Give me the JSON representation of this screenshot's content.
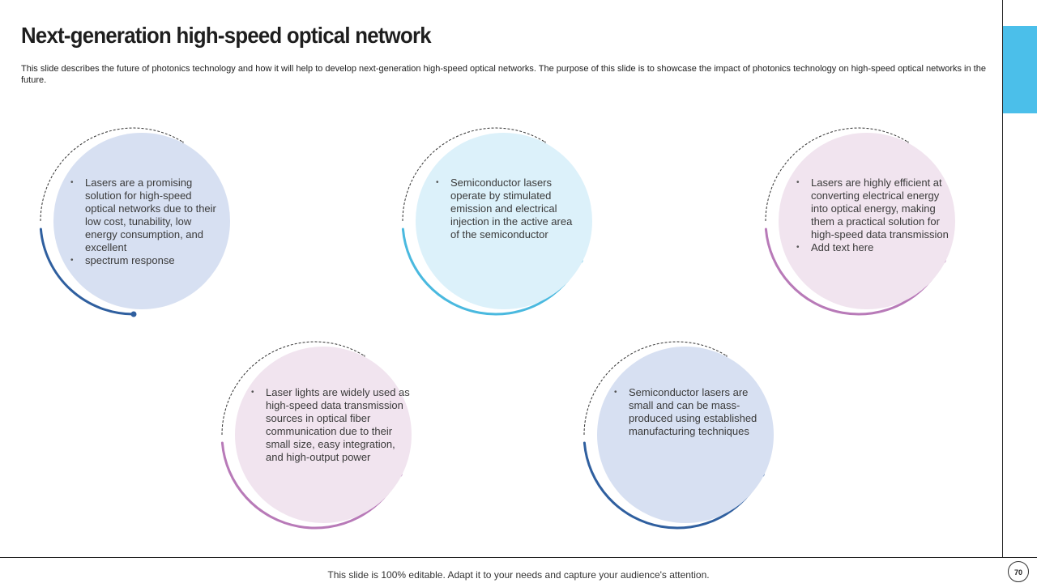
{
  "slide": {
    "title": "Next-generation high-speed optical network",
    "subtitle": "This slide describes the future of photonics technology and how it will help to develop next-generation high-speed optical networks. The purpose of this slide is to showcase the impact of photonics technology on high-speed optical networks in the future.",
    "footer": "This slide is 100% editable. Adapt it to your needs and capture your audience's attention.",
    "page_number": "70"
  },
  "colors": {
    "accent_tab": "#4bbfea",
    "dark_blue": "#2f5f9f",
    "light_blue": "#4ab9df",
    "pink": "#b87ab8",
    "fill_blue_grey": "#d7e0f2",
    "fill_light_blue": "#dcf1fa",
    "fill_pink": "#f1e4ef"
  },
  "cards": [
    {
      "bullets": [
        "Lasers are a promising solution for high-speed optical networks due to their low cost, tunability, low energy consumption, and excellent",
        "spectrum response"
      ]
    },
    {
      "bullets": [
        "Semiconductor lasers operate by stimulated emission and electrical injection in the active area of the semiconductor"
      ]
    },
    {
      "bullets": [
        "Lasers are highly efficient at converting electrical energy into optical energy, making them a practical solution for high-speed data transmission",
        "Add text here"
      ]
    },
    {
      "bullets": [
        "Laser lights are widely used as high-speed data transmission sources in optical fiber communication due to their small size, easy integration, and high-output power"
      ]
    },
    {
      "bullets": [
        "Semiconductor lasers are small and can be mass-produced using established manufacturing techniques"
      ]
    }
  ]
}
